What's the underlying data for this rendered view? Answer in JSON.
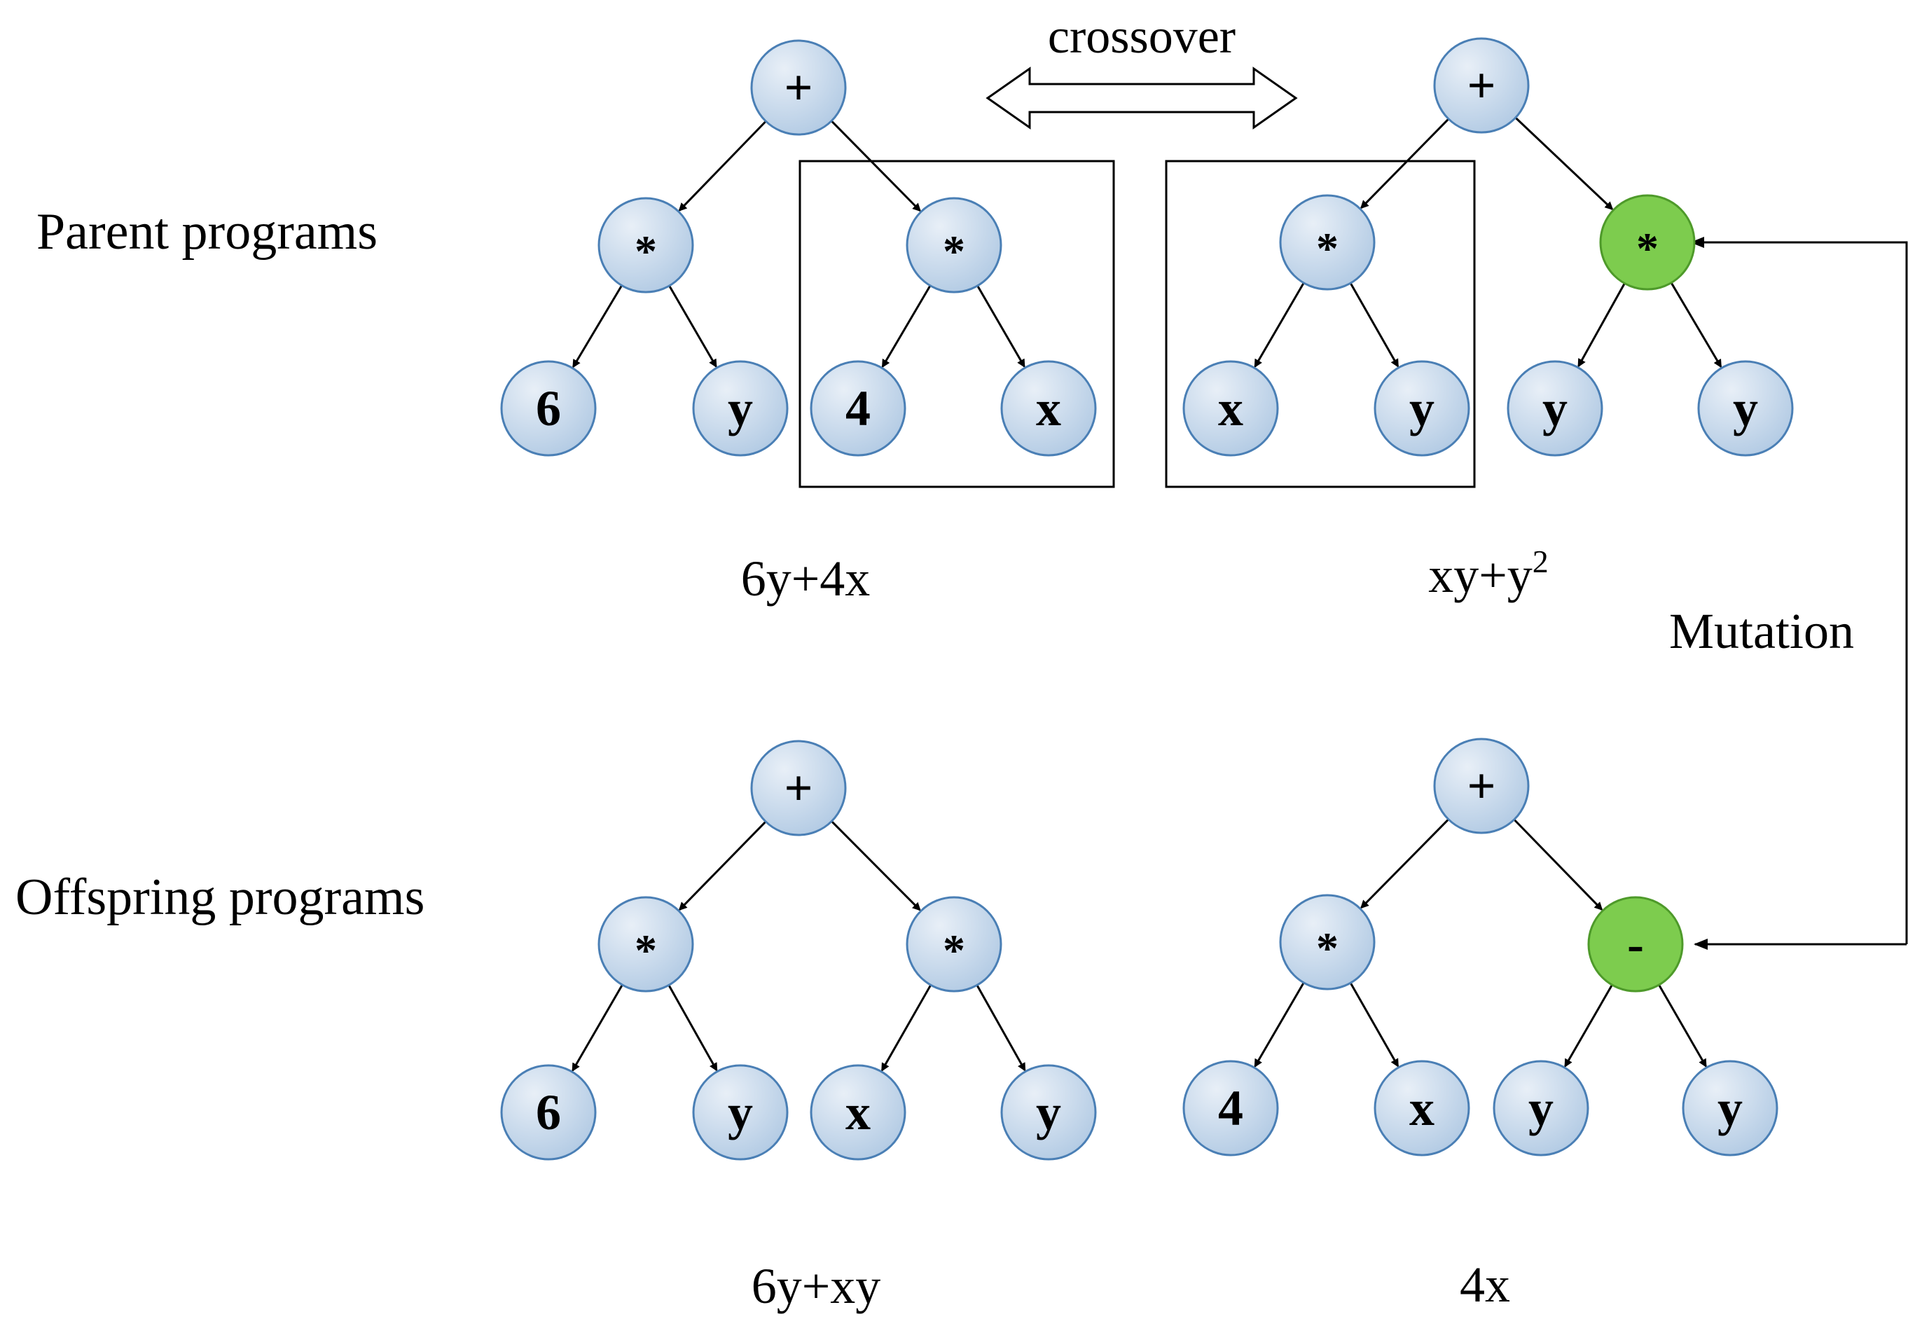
{
  "labels": {
    "crossover": "crossover",
    "parent_programs": "Parent programs",
    "offspring_programs": "Offspring programs",
    "mutation": "Mutation",
    "parent1_expr": "6y+4x",
    "parent2_expr_base": "xy+y",
    "parent2_expr_sup": "2",
    "offspring1_expr": "6y+xy",
    "offspring2_expr": "4x"
  },
  "colors": {
    "node_fill_light": "#dce6f0",
    "node_fill_dark": "#b8d0e8",
    "node_stroke": "#4a7fb5",
    "mutated_fill": "#7dcc4e",
    "mutated_stroke": "#4e9a2a"
  },
  "trees": {
    "parent1": {
      "root": "+",
      "left": {
        "op": "*",
        "children": [
          "6",
          "y"
        ]
      },
      "right": {
        "op": "*",
        "children": [
          "4",
          "x"
        ]
      }
    },
    "parent2": {
      "root": "+",
      "left": {
        "op": "*",
        "children": [
          "x",
          "y"
        ]
      },
      "right": {
        "op": "*",
        "children": [
          "y",
          "y"
        ],
        "mutated": true
      }
    },
    "offspring1": {
      "root": "+",
      "left": {
        "op": "*",
        "children": [
          "6",
          "y"
        ]
      },
      "right": {
        "op": "*",
        "children": [
          "x",
          "y"
        ]
      }
    },
    "offspring2": {
      "root": "+",
      "left": {
        "op": "*",
        "children": [
          "4",
          "x"
        ]
      },
      "right": {
        "op": "-",
        "children": [
          "y",
          "y"
        ],
        "mutated": true
      }
    }
  }
}
